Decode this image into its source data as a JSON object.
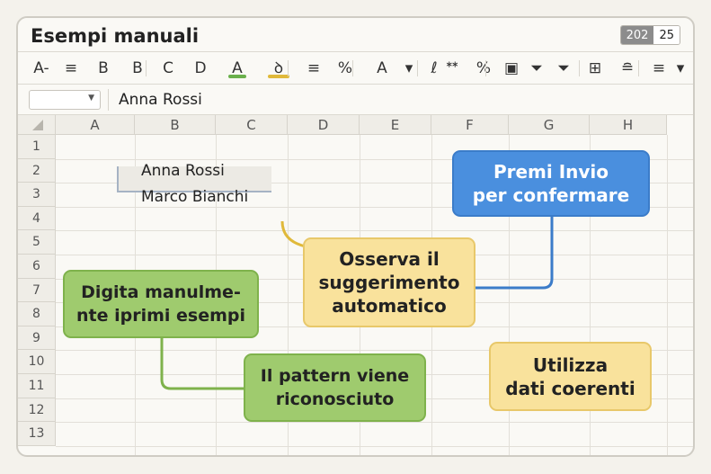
{
  "window": {
    "title": "Esempi manuali",
    "year_left": "202",
    "year_right": "25"
  },
  "toolbar": {
    "items": [
      {
        "glyph": "A-",
        "icon": "font-size-icon"
      },
      {
        "glyph": "≡",
        "icon": "align-icon"
      },
      {
        "glyph": "B",
        "icon": "bold-icon"
      },
      {
        "glyph": "B",
        "icon": "bold-icon"
      },
      {
        "glyph": "C",
        "icon": "italic-icon"
      },
      {
        "glyph": "D",
        "icon": "underline-icon"
      },
      {
        "glyph": "A",
        "icon": "font-color-icon"
      },
      {
        "glyph": "ꝺ",
        "icon": "fill-color-icon"
      },
      {
        "glyph": "≡",
        "icon": "align-center-icon"
      },
      {
        "glyph": "%",
        "icon": "percent-icon"
      },
      {
        "glyph": "A",
        "icon": "text-format-icon"
      },
      {
        "glyph": "▾",
        "icon": "dropdown-icon"
      },
      {
        "glyph": "ℓ",
        "icon": "text-rotate-icon"
      },
      {
        "glyph": "ᕯ",
        "icon": "sort-icon"
      },
      {
        "glyph": "%",
        "icon": "percent-format-icon"
      },
      {
        "glyph": "▣",
        "icon": "table-icon"
      },
      {
        "glyph": "⏷",
        "icon": "filter-icon"
      },
      {
        "glyph": "⏷",
        "icon": "filter-clear-icon"
      },
      {
        "glyph": "⊞",
        "icon": "borders-icon"
      },
      {
        "glyph": "≘",
        "icon": "image-icon"
      },
      {
        "glyph": "≡",
        "icon": "menu-icon"
      },
      {
        "glyph": "▾",
        "icon": "more-dropdown-icon"
      }
    ],
    "underline_green": "#6ab04c",
    "underline_yellow": "#e0b93a"
  },
  "formula_bar": {
    "value": "Anna Rossi"
  },
  "columns": [
    "A",
    "B",
    "C",
    "D",
    "E",
    "F",
    "G",
    "H"
  ],
  "rows": [
    "1",
    "2",
    "3",
    "4",
    "5",
    "6",
    "7",
    "8",
    "9",
    "10",
    "11",
    "12",
    "13"
  ],
  "cells": {
    "b2": "Anna Rossi",
    "b3": "Marco Bianchi"
  },
  "callouts": {
    "premi_invio": "Premi Invio\nper confermare",
    "osserva": "Osserva il\nsuggerimento\nautomatico",
    "digita": "Digita manulme-\nnte iprimi esempi",
    "pattern": "Il pattern viene\nriconosciuto",
    "utilizza": "Utilizza\ndati coerenti"
  },
  "colors": {
    "green": "#9fcb6e",
    "yellow": "#f9e29c",
    "blue": "#4a8fde",
    "line_blue": "#3b7cc9",
    "line_green": "#7fb24c",
    "line_yellow": "#e0b93a"
  }
}
